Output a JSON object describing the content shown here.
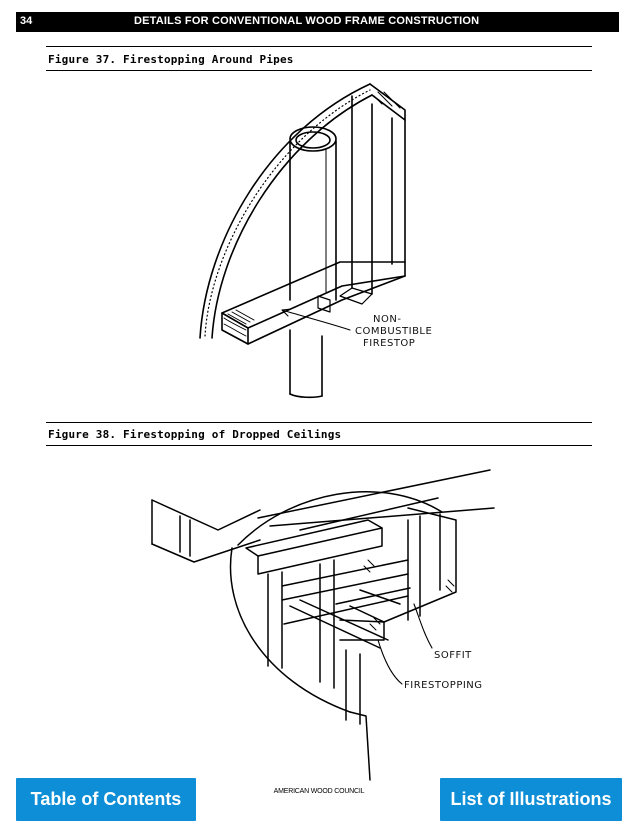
{
  "header": {
    "page_number": "34",
    "running_head": "DETAILS FOR CONVENTIONAL WOOD FRAME CONSTRUCTION"
  },
  "figures": [
    {
      "caption": "Figure 37.  Firestopping Around Pipes",
      "labels": [
        "NON-",
        "COMBUSTIBLE",
        "FIRESTOP"
      ]
    },
    {
      "caption": "Figure 38.  Firestopping of Dropped Ceilings",
      "labels": [
        "SOFFIT",
        "FIRESTOPPING"
      ]
    }
  ],
  "footer": {
    "left_button": "Table of Contents",
    "publisher": "AMERICAN WOOD COUNCIL",
    "right_button": "List of Illustrations"
  }
}
